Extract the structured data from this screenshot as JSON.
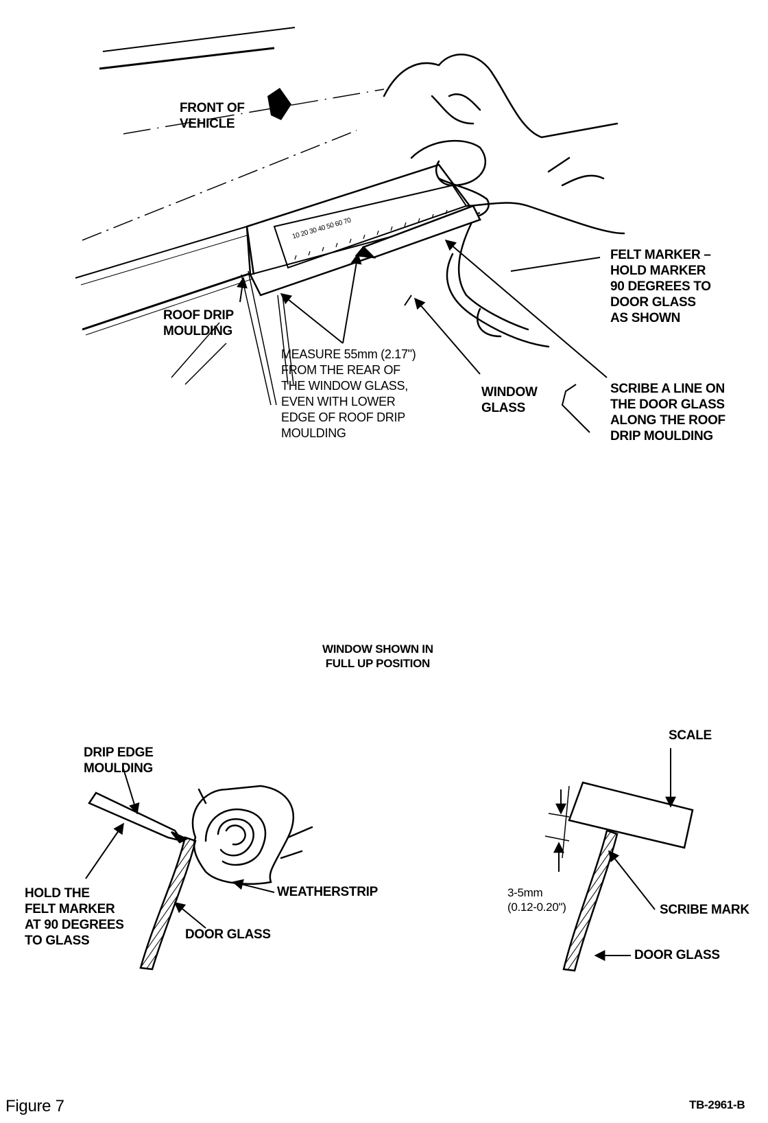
{
  "top_figure": {
    "front_of_vehicle": "FRONT OF\nVEHICLE",
    "roof_drip_moulding": "ROOF DRIP\nMOULDING",
    "measure_note": "MEASURE 55mm (2.17\")\nFROM THE REAR OF\nTHE WINDOW GLASS,\nEVEN WITH LOWER\nEDGE OF ROOF DRIP\nMOULDING",
    "window_glass": "WINDOW\nGLASS",
    "felt_marker": "FELT MARKER –\nHOLD MARKER\n90 DEGREES TO\nDOOR GLASS\nAS SHOWN",
    "scribe_line": "SCRIBE A LINE ON\nTHE DOOR GLASS\nALONG THE ROOF\nDRIP MOULDING",
    "scale_numbers": "10 20 30 40 50 60 70",
    "caption": "WINDOW SHOWN IN\nFULL UP POSITION"
  },
  "left_detail": {
    "drip_edge": "DRIP EDGE\nMOULDING",
    "hold_marker": "HOLD THE\nFELT MARKER\nAT 90 DEGREES\nTO GLASS",
    "weatherstrip": "WEATHERSTRIP",
    "door_glass": "DOOR GLASS"
  },
  "right_detail": {
    "scale": "SCALE",
    "scribe_mark": "SCRIBE MARK",
    "dimension": "3-5mm\n(0.12-0.20\")",
    "door_glass": "DOOR GLASS"
  },
  "footer": {
    "figure": "Figure 7",
    "code": "TB-2961-B"
  }
}
